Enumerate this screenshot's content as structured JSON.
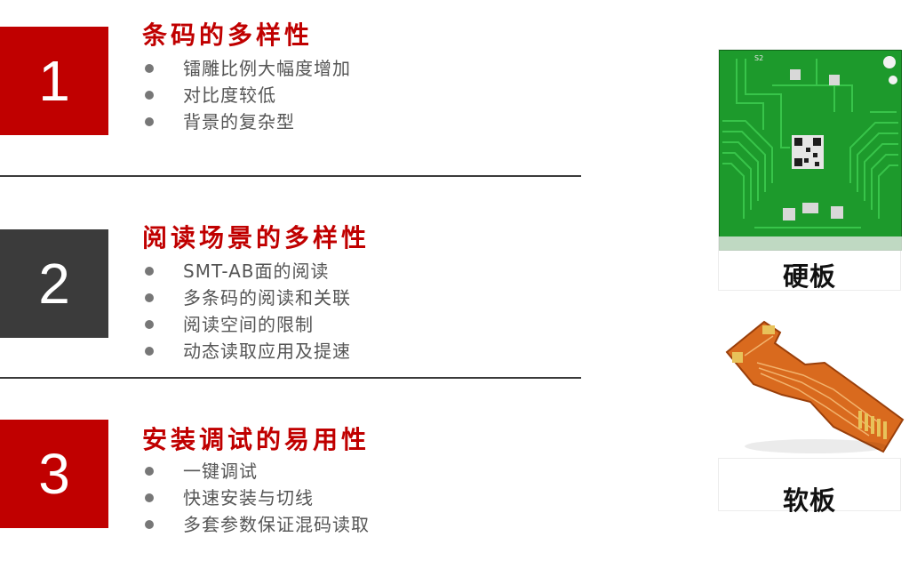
{
  "sections": [
    {
      "number": "1",
      "title": "条码的多样性",
      "items": [
        "镭雕比例大幅度增加",
        "对比度较低",
        "背景的复杂型"
      ]
    },
    {
      "number": "2",
      "title": "阅读场景的多样性",
      "items": [
        "SMT-AB面的阅读",
        "多条码的阅读和关联",
        "阅读空间的限制",
        "动态读取应用及提速"
      ]
    },
    {
      "number": "3",
      "title": "安装调试的易用性",
      "items": [
        "一键调试",
        "快速安装与切线",
        "多套参数保证混码读取"
      ]
    }
  ],
  "images": {
    "rigid_label": "硬板",
    "flex_label": "软板",
    "rigid_silkscreen": "S2"
  },
  "colors": {
    "accent_red": "#c00000",
    "dark_box": "#3b3b3b",
    "bullet_text": "#555555",
    "pcb_green": "#1d9a2c",
    "flex_orange": "#d96a1e"
  }
}
